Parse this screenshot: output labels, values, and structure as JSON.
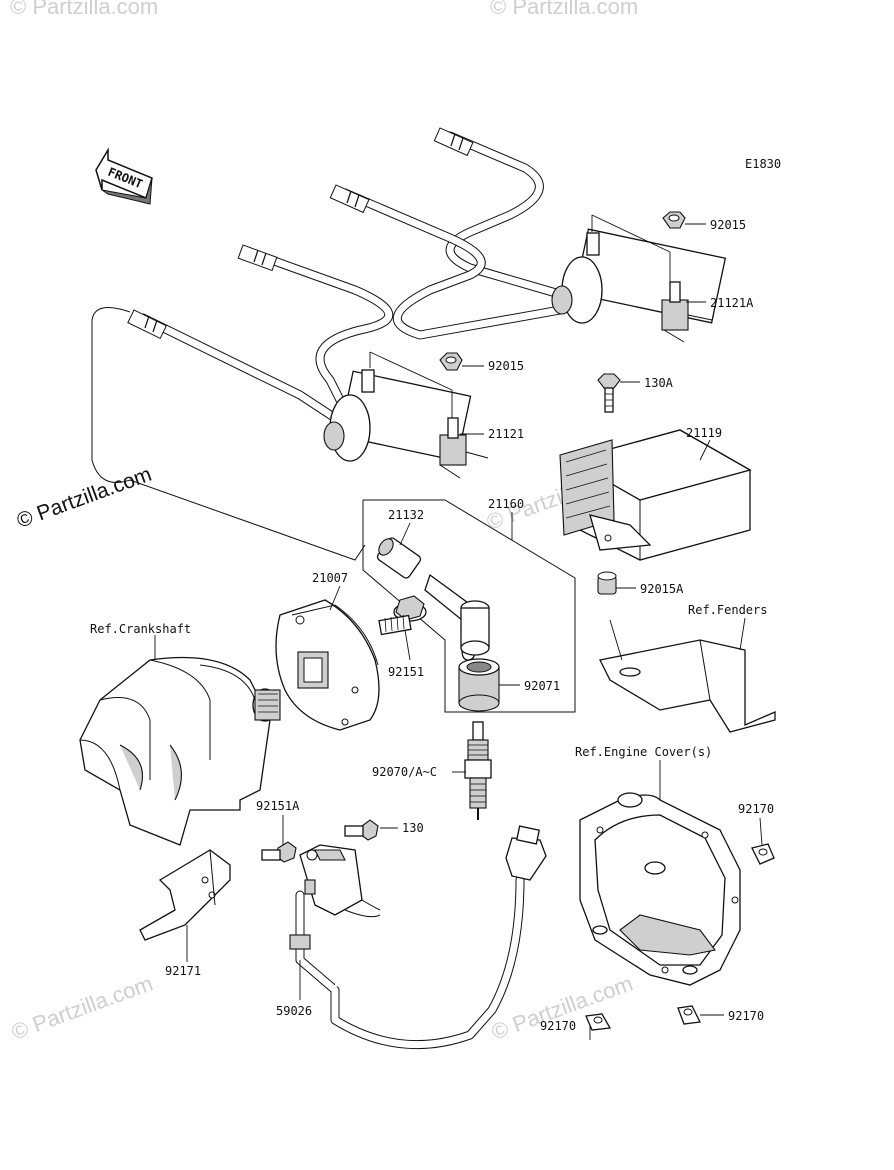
{
  "diagram_code": "E1830",
  "front_label": "FRONT",
  "watermark": {
    "main": "© Partzilla.com",
    "faint": "© Partzilla.com"
  },
  "parts": {
    "p92015_top": "92015",
    "p21121A": "21121A",
    "p92015_mid": "92015",
    "p130A": "130A",
    "p21121": "21121",
    "p21119": "21119",
    "p21160": "21160",
    "p21132": "21132",
    "p21007": "21007",
    "p92015A": "92015A",
    "p92151": "92151",
    "p92071": "92071",
    "p92070": "92070/A~C",
    "p92151A": "92151A",
    "p130": "130",
    "p92170_right": "92170",
    "p92171": "92171",
    "p59026": "59026",
    "p92170_left": "92170",
    "p92170_bottom": "92170"
  },
  "references": {
    "crankshaft": "Ref.Crankshaft",
    "fenders": "Ref.Fenders",
    "engine_cover": "Ref.Engine Cover(s)"
  }
}
